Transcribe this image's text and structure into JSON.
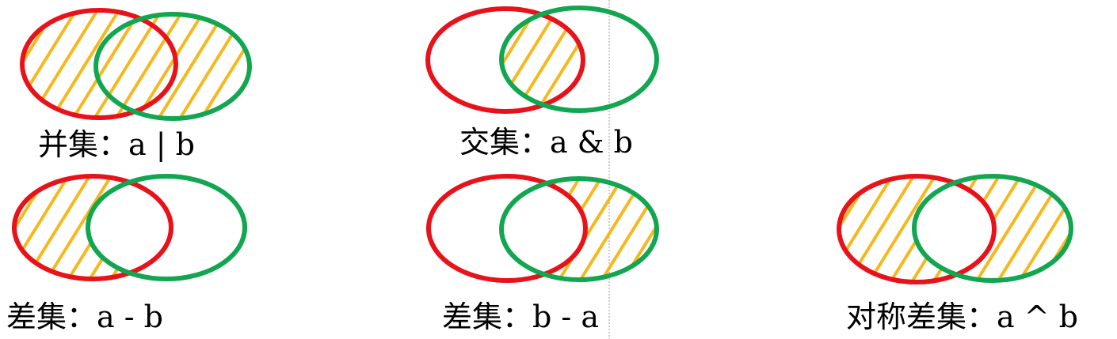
{
  "colors": {
    "set_a": "#e8121a",
    "set_b": "#12a650",
    "hatch": "#f6b81c",
    "divider": "#9a9a9a"
  },
  "panels": [
    {
      "id": "union",
      "caption": "并集：a | b",
      "shaded": "union"
    },
    {
      "id": "intersection",
      "caption": "交集：a & b",
      "shaded": "intersection"
    },
    {
      "id": "difference-ab",
      "caption": "差集：a - b",
      "shaded": "a-minus-b"
    },
    {
      "id": "difference-ba",
      "caption": "差集：b - a",
      "shaded": "b-minus-a"
    },
    {
      "id": "symmetric-difference",
      "caption": "对称差集：a ^ b",
      "shaded": "xor"
    }
  ]
}
